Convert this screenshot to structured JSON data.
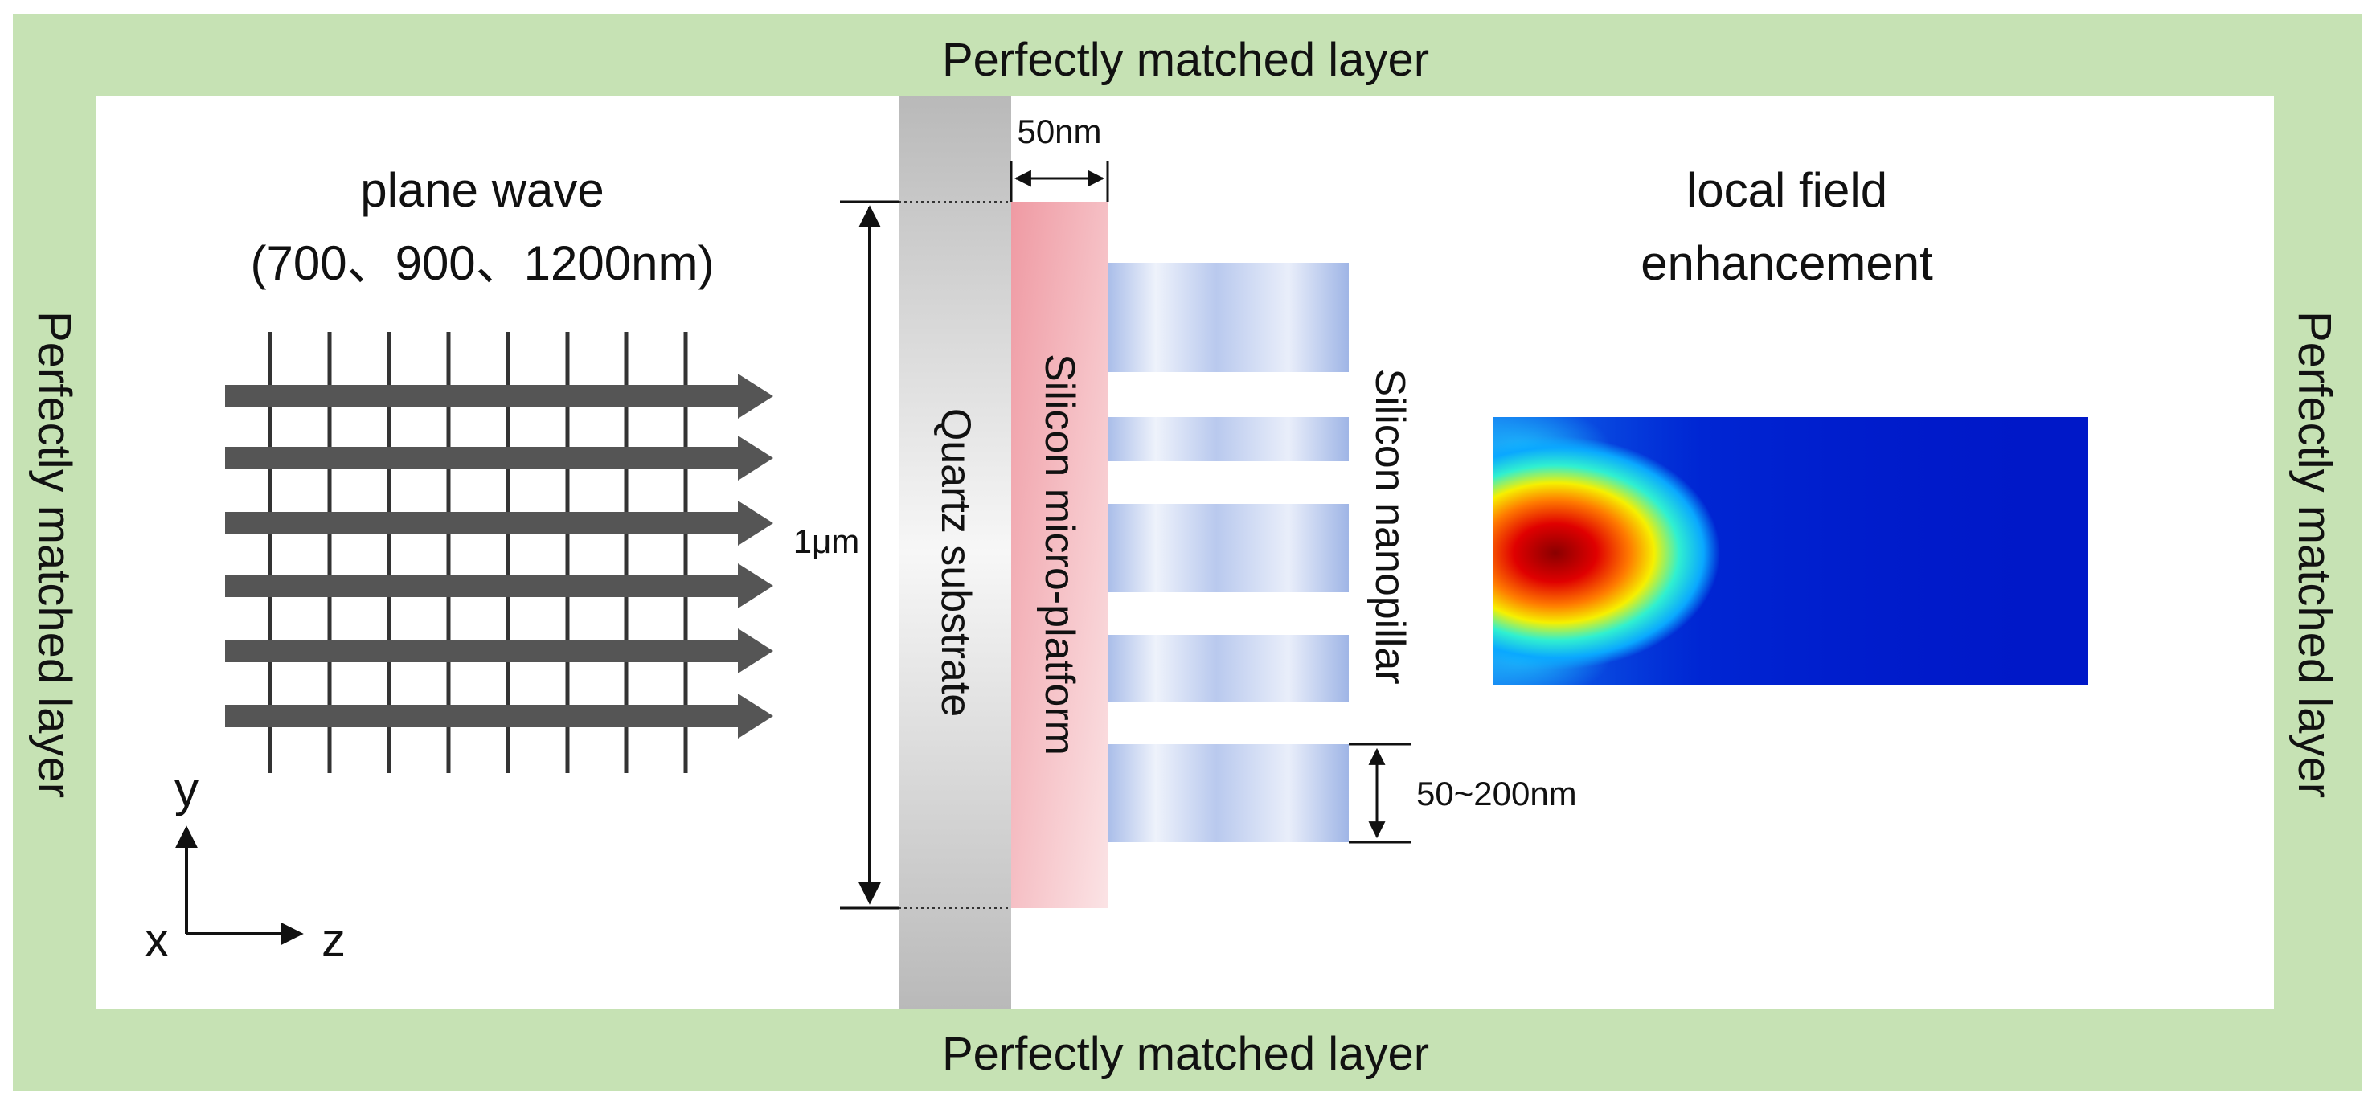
{
  "labels": {
    "pml_top": "Perfectly matched layer",
    "pml_bottom": "Perfectly matched layer",
    "pml_left": "Perfectly matched layer",
    "pml_right": "Perfectly matched layer",
    "plane_wave_line1": "plane wave",
    "plane_wave_line2": "(700、900、1200nm)",
    "quartz": "Quartz substrate",
    "platform": "Silicon micro-platform",
    "nanopillar": "Silicon nanopillar",
    "field_line1": "local field",
    "field_line2": "enhancement",
    "dim_height": "1μm",
    "dim_platform": "50nm",
    "dim_pillar": "50~200nm",
    "axis_x": "x",
    "axis_y": "y",
    "axis_z": "z"
  },
  "colors": {
    "pml": "#c6e2b4",
    "arrow": "#555555",
    "platform": "#f0a6ae",
    "quartz": "#c8c8c8",
    "pillar": "#b7c8ec",
    "field_bg": "#0018c8",
    "field_hot": "#b00000"
  }
}
